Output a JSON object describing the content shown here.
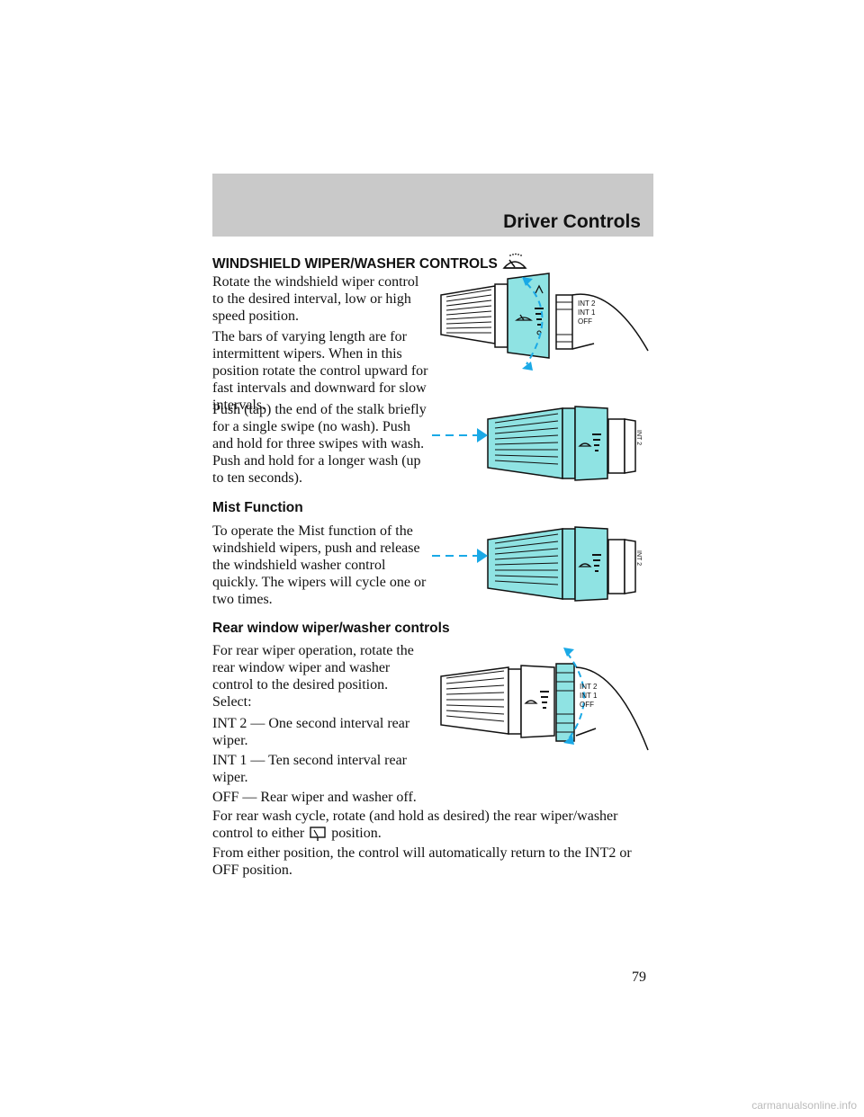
{
  "header": {
    "title": "Driver Controls"
  },
  "sections": {
    "wipers": {
      "heading": "WINDSHIELD WIPER/WASHER CONTROLS",
      "p1": "Rotate the windshield wiper control to the desired interval, low or high speed position.",
      "p2": "The bars of varying length are for intermittent wipers. When in this position rotate the control upward for fast intervals and downward for slow intervals.",
      "p3": "Push (tap) the end of the stalk briefly for a single swipe (no wash). Push and hold for three swipes with wash. Push and hold for a longer wash (up to ten seconds)."
    },
    "mist": {
      "heading": "Mist Function",
      "p1": "To operate the Mist function of the windshield wipers, push and release the windshield washer control quickly. The wipers will cycle one or two times."
    },
    "rear": {
      "heading": "Rear window wiper/washer controls",
      "p1": "For rear wiper operation, rotate the rear window wiper and washer control to the desired position. Select:",
      "int2": "INT 2 — One second interval rear wiper.",
      "int1": "INT 1 — Ten second interval rear wiper.",
      "off": "OFF — Rear wiper and washer off.",
      "wash_before": "For rear wash cycle, rotate (and hold as desired) the rear wiper/washer control to either",
      "wash_after": "position.",
      "return": "From either position, the control will automatically return to the INT2 or OFF position."
    }
  },
  "stalk_labels": {
    "int2": "INT 2",
    "int1": "INT 1",
    "off": "OFF"
  },
  "colors": {
    "highlight": "#8fe3e3",
    "dash": "#1aa9e6",
    "header_band": "#c9c9c9"
  },
  "page_number": "79",
  "watermark": "carmanualsonline.info"
}
